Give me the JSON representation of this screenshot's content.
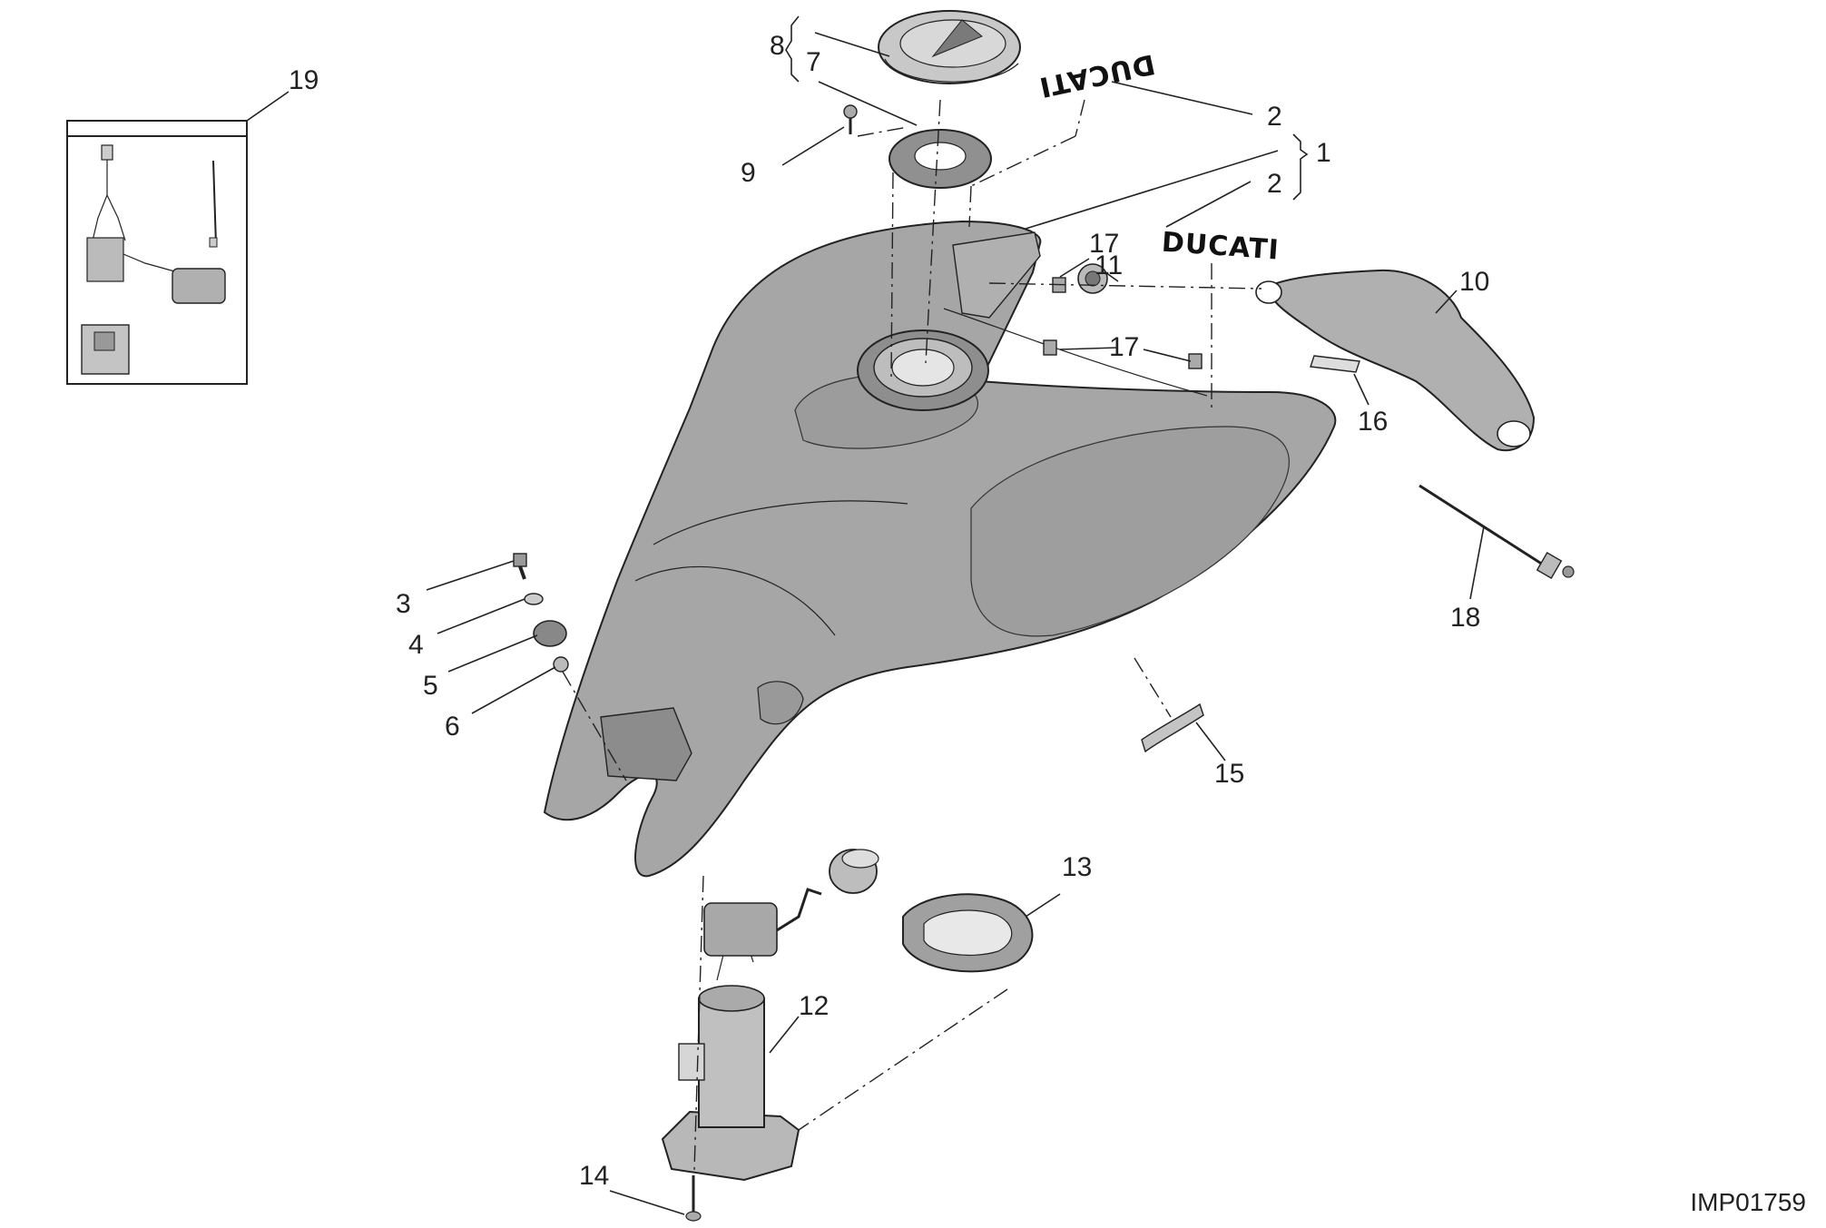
{
  "brand_text": "DUCATI",
  "reference_code": "IMP01759",
  "callouts": [
    "1",
    "2",
    "2",
    "3",
    "4",
    "5",
    "6",
    "7",
    "8",
    "9",
    "10",
    "11",
    "12",
    "13",
    "14",
    "15",
    "16",
    "17",
    "17",
    "18",
    "19"
  ],
  "colors": {
    "tank": "#a4a4a4",
    "tank_shade": "#969696",
    "parts": "#b8b8b8",
    "line": "#222222"
  }
}
